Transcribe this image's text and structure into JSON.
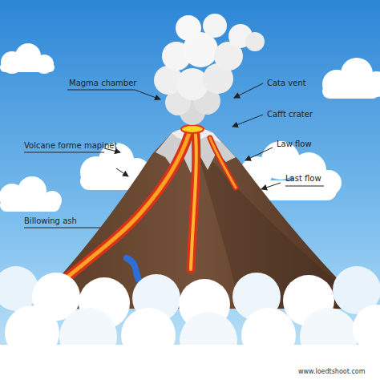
{
  "diagram": {
    "labels": [
      "Magma chamber",
      "Cata vent",
      "Cafft crater",
      "Volcane forme mapinet",
      "Law flow",
      "Last flow",
      "Billowing ash",
      "www.loedtshoot.com"
    ]
  }
}
